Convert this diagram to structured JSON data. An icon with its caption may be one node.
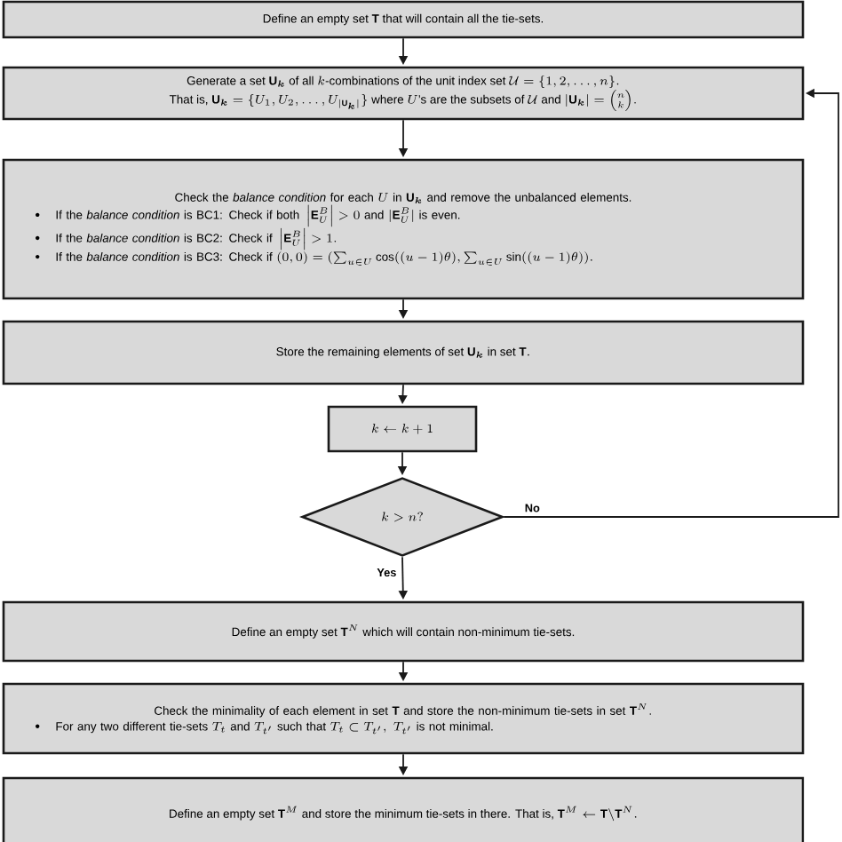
{
  "diagram": {
    "nodes": [
      {
        "text": [
          "\\text{Define an empty set } \\mathbf{T} \\text{ that will contain all the tie-sets.}"
        ]
      },
      {
        "text": [
          "\\text{Generate a set } \\mathbf{U}_{\\boldsymbol{k}} \\text{ of all } k\\text{-combinations of the unit index set } \\mathcal{U} = \\{1,2,\\ldots,n\\}.",
          "\\text{That is, } \\mathbf{U}_{\\boldsymbol{k}} = \\{U_1, U_2, \\ldots, U_{|\\mathbf{U}_{\\boldsymbol{k}}|}\\} \\text{ where } U\\text{'s are the subsets of } \\mathcal{U} \\text{ and } |\\mathbf{U}_{\\boldsymbol{k}}| = \\binom{n}{k}."
        ]
      },
      {
        "text": [
          "\\text{Check the \\textit{balance condition} for each } U \\text{ in } \\mathbf{U}_{\\boldsymbol{k}} \\text{ and remove the unbalanced elements.}",
          "\\text{If the \\textit{balance condition} is BC1: Check if both } \\left|\\mathbf{E}_U^B\\right| > 0 \\text{ and } |\\mathbf{E}_U^B| \\text{ is even.}",
          "\\text{If the \\textit{balance condition} is BC2: Check if } \\left|\\mathbf{E}_U^B\\right| > 1.",
          "\\text{If the \\textit{balance condition} is BC3: Check if } (0,0) = (\\sum_{u\\in U}\\cos((u-1)\\theta), \\sum_{u\\in U}\\sin((u-1)\\theta))."
        ]
      },
      {
        "text": [
          "\\text{Store the remaining elements of set } \\mathbf{U}_{\\boldsymbol{k}} \\text{ in set } \\mathbf{T}."
        ]
      },
      {
        "text": [
          "k \\leftarrow k+1"
        ]
      },
      {
        "text": [
          "k > n?"
        ]
      },
      {
        "text": [
          "\\text{Define an empty set } \\mathbf{T}^N \\text{ which will contain non-minimum tie-sets.}"
        ]
      },
      {
        "text": [
          "\\text{Check the minimality of each element in set } \\mathbf{T} \\text{ and store the non-minimum tie-sets in set } \\mathbf{T}^N.",
          "\\text{For any two different tie-sets } T_t \\text{ and } T_{t'} \\text{ such that } T_t \\subset T_{t'},\\ T_{t'} \\text{ is not minimal.}"
        ]
      },
      {
        "text": [
          "\\text{Define an empty set } \\mathbf{T}^M \\text{ and store the minimum tie-sets in there. That is, } \\mathbf{T}^M \\leftarrow \\mathbf{T}\\backslash\\mathbf{T}^N."
        ]
      }
    ],
    "edges": [
      {
        "from": 0,
        "to": 1,
        "arrow": "to"
      },
      {
        "from": 1,
        "to": 2,
        "arrow": "to"
      },
      {
        "from": 2,
        "to": 3,
        "arrow": "to"
      },
      {
        "from": 3,
        "to": 4,
        "arrow": "to"
      },
      {
        "from": 4,
        "to": 5,
        "arrow": "to"
      },
      {
        "from": 5,
        "to": 1,
        "label": "No",
        "arrow": "to"
      },
      {
        "from": 5,
        "to": 6,
        "label": "Yes",
        "arrow": "to"
      },
      {
        "from": 6,
        "to": 7,
        "arrow": "to"
      },
      {
        "from": 7,
        "to": 8,
        "arrow": "to"
      }
    ]
  }
}
